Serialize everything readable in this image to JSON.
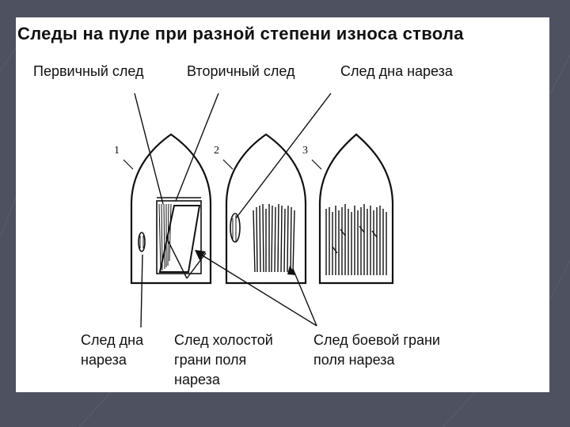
{
  "slide": {
    "title": "Следы на пуле при разной степени износа ствола",
    "labels": {
      "primary_trace": "Первичный след",
      "secondary_trace": "Вторичный след",
      "groove_bottom_top": "След дна нареза",
      "groove_bottom_bottom_line1": "След дна",
      "groove_bottom_bottom_line2": "нареза",
      "idle_face_line1": "След холостой",
      "idle_face_line2": "грани поля",
      "idle_face_line3": "нареза",
      "combat_face_line1": "След боевой грани",
      "combat_face_line2": "поля нареза"
    },
    "bullet_numbers": [
      "1",
      "2",
      "3"
    ]
  }
}
